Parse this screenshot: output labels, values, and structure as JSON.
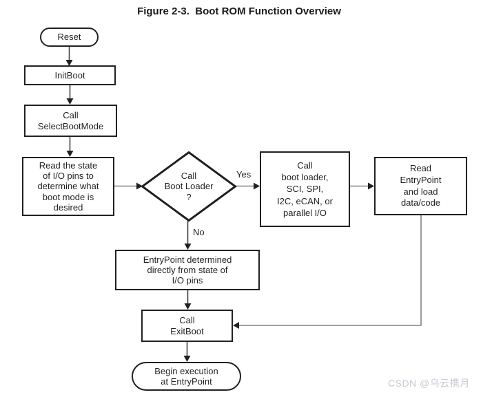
{
  "title": "Figure 2-3.  Boot ROM Function Overview",
  "nodes": {
    "reset": {
      "label": "Reset",
      "shape": "terminator"
    },
    "initboot": {
      "label": "InitBoot",
      "shape": "process"
    },
    "selectbootmode": {
      "label": "Call\nSelectBootMode",
      "shape": "process"
    },
    "read_state": {
      "label": "Read the state\nof I/O pins to\ndetermine what\nboot mode is\ndesired",
      "shape": "process"
    },
    "decision": {
      "label": "Call\nBoot Loader\n?",
      "shape": "decision"
    },
    "call_bootloader": {
      "label": "Call\nboot loader,\nSCI, SPI,\nI2C, eCAN, or\nparallel I/O",
      "shape": "process"
    },
    "read_entrypoint": {
      "label": "Read\nEntryPoint\nand load\ndata/code",
      "shape": "process"
    },
    "entrypoint_direct": {
      "label": "EntryPoint determined\ndirectly from state of\nI/O pins",
      "shape": "process"
    },
    "exitboot": {
      "label": "Call\nExitBoot",
      "shape": "process"
    },
    "begin_execution": {
      "label": "Begin execution\nat EntryPoint",
      "shape": "terminator"
    }
  },
  "edges": {
    "yes_label": "Yes",
    "no_label": "No"
  },
  "watermark": "CSDN @乌云携月",
  "colors": {
    "background": "#ffffff",
    "shape_border": "#231f20",
    "text": "#231f20",
    "connector_vertical": "#404042",
    "connector_horizontal": "#808285",
    "arrowhead": "#231f20",
    "watermark": "#c6cad2"
  }
}
